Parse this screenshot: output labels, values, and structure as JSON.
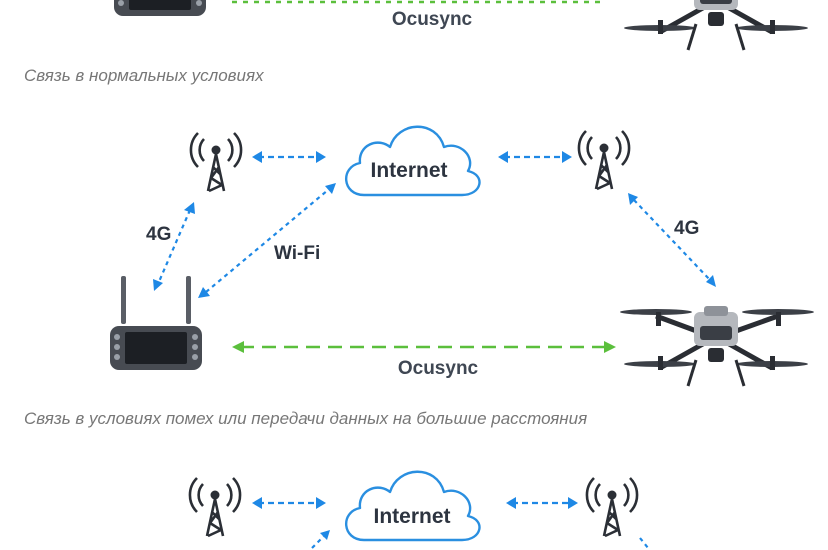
{
  "captions": {
    "normal": "Связь в нормальных условиях",
    "interference": "Связь в условиях помех или передачи данных на большие расстояния"
  },
  "labels": {
    "ocusync_top": "Ocusync",
    "internet_mid": "Internet",
    "g4_left": "4G",
    "g4_right": "4G",
    "wifi": "Wi-Fi",
    "ocusync_mid": "Ocusync",
    "internet_bottom": "Internet"
  },
  "colors": {
    "network_link": "#1e88e5",
    "ocusync_link": "#5bbf3c",
    "cloud_stroke": "#2a8fe0",
    "tower": "#2b2f36",
    "controller": "#474b52",
    "screen": "#1c1f24",
    "drone": "#2a2d33",
    "caption_text": "#777777",
    "label_text": "#2d3440"
  },
  "icons": [
    "cell-tower-icon",
    "cloud-icon",
    "remote-controller-icon",
    "drone-icon"
  ]
}
